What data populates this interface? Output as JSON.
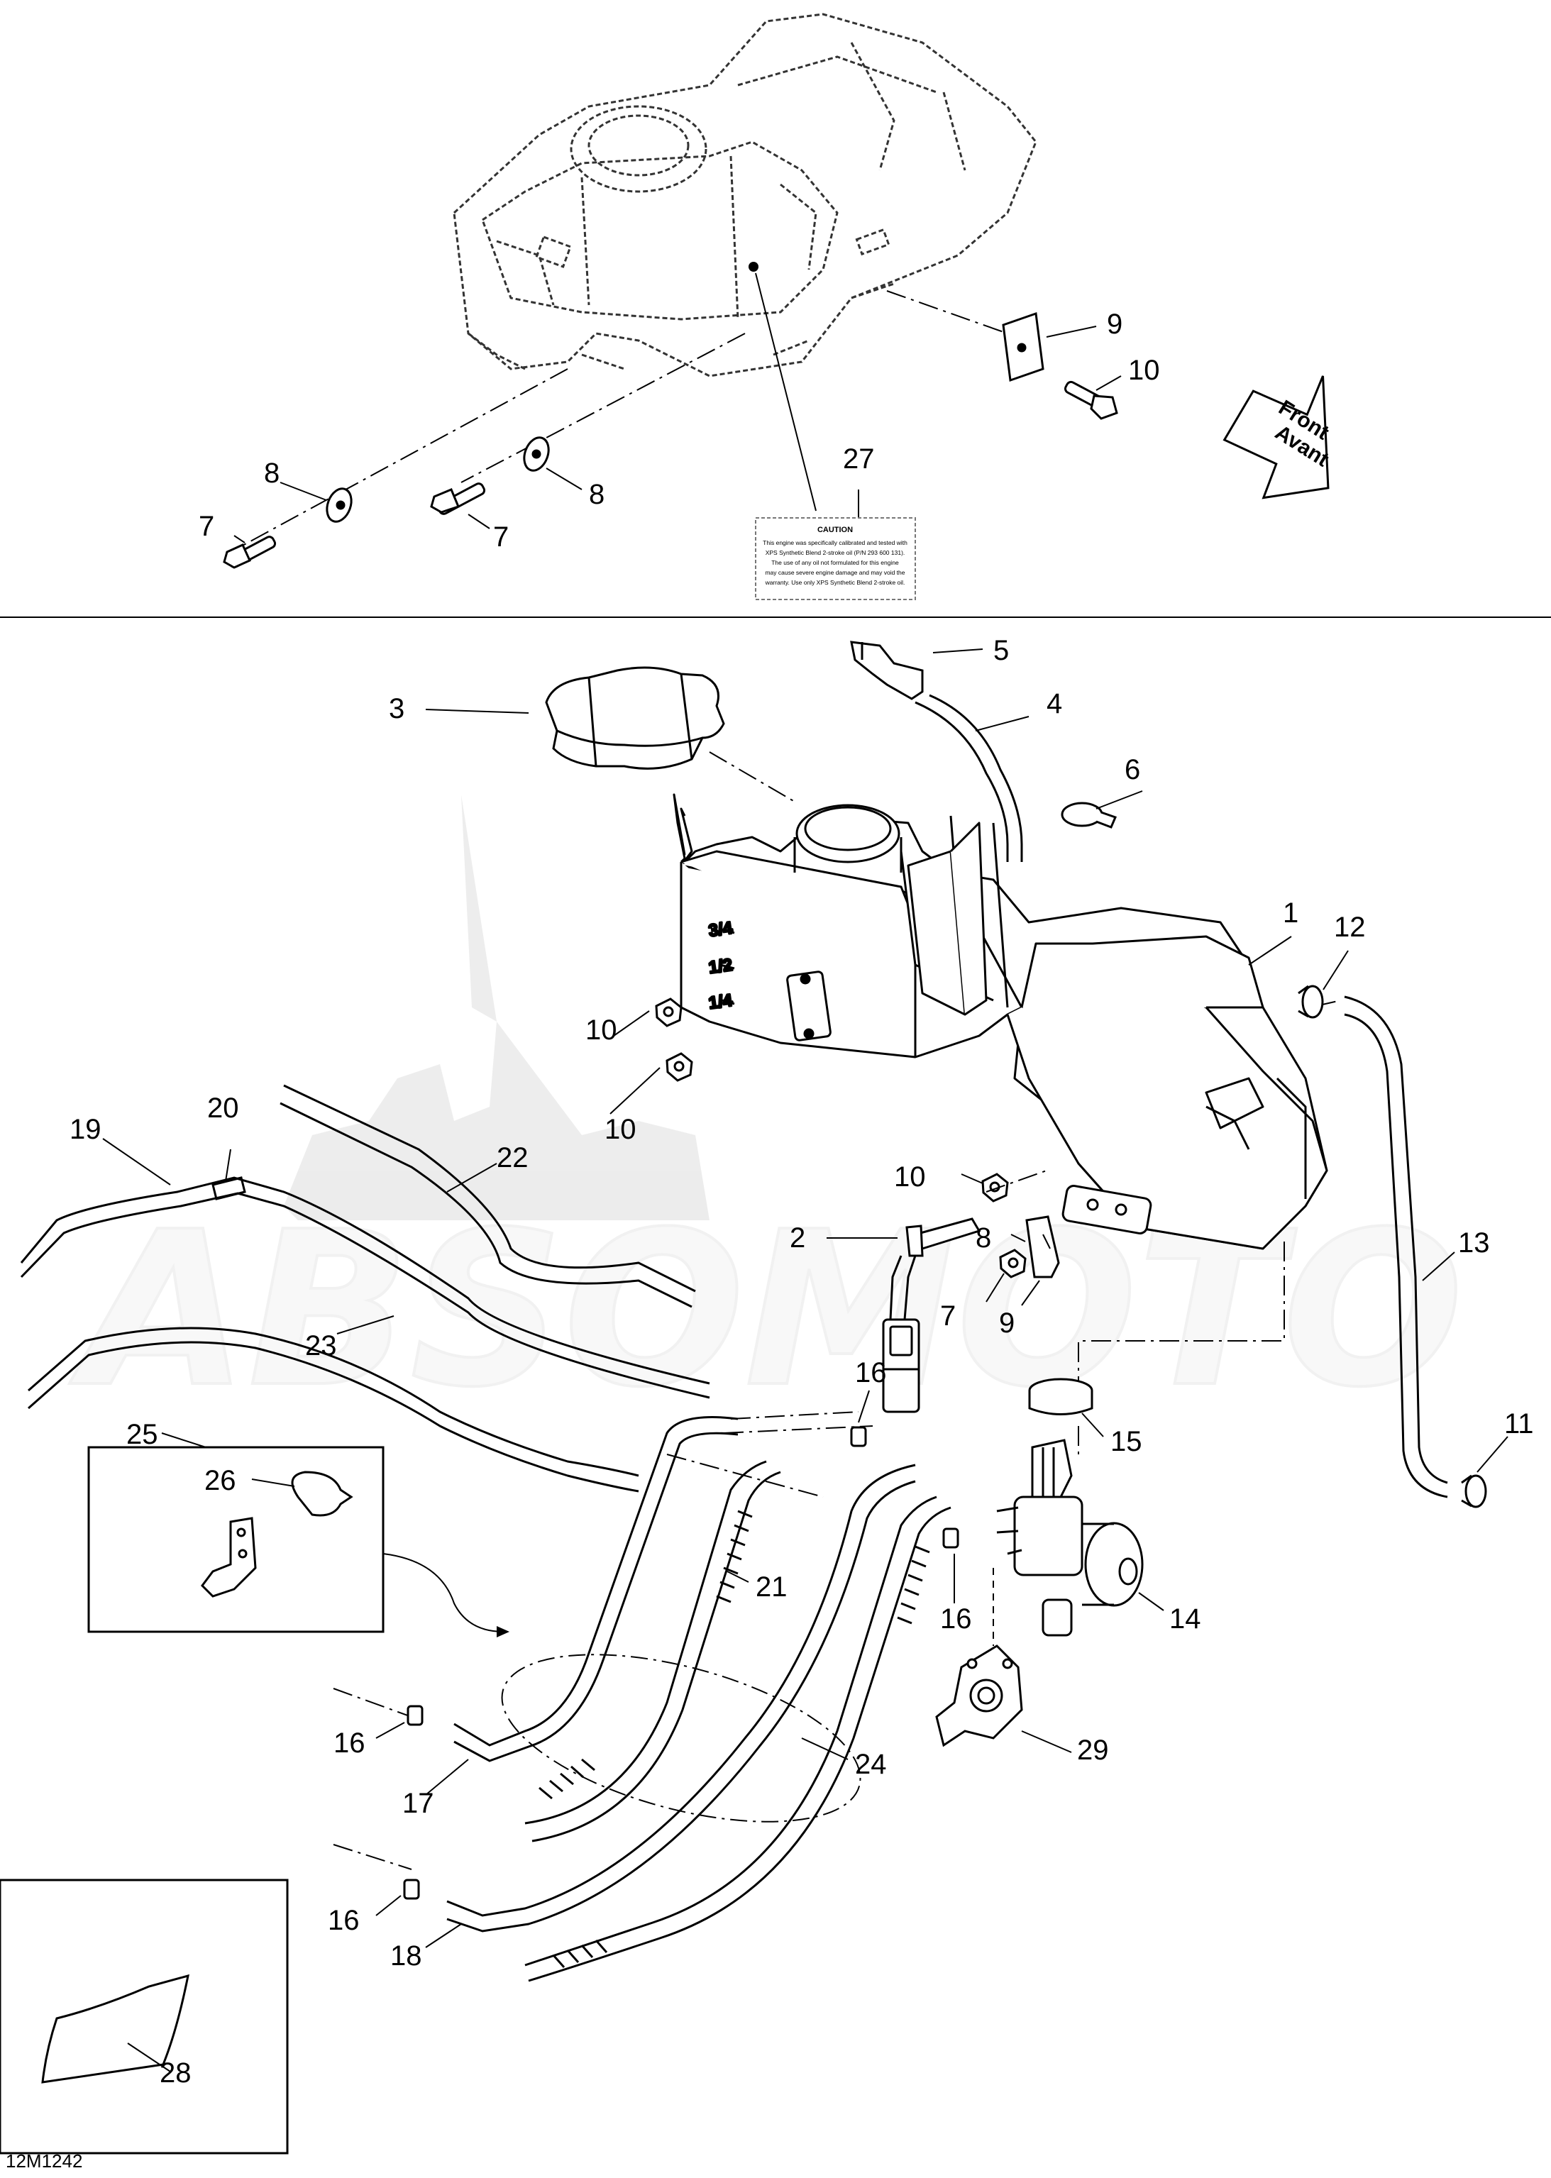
{
  "watermark": "ABSOMOTO",
  "direction_arrow": {
    "line1": "Front",
    "line2": "Avant"
  },
  "caution_label": {
    "title": "CAUTION",
    "lines": [
      "This engine was specifically calibrated and tested with",
      "XPS Synthetic Blend 2-stroke oil (P/N 293 600 131).",
      "The use of any oil not formulated for this engine",
      "may cause severe engine damage and may void the",
      "warranty. Use only XPS Synthetic Blend 2-stroke oil."
    ]
  },
  "drawing_number": "12M1242",
  "callouts": {
    "c1": "1",
    "c2": "2",
    "c3": "3",
    "c4": "4",
    "c5": "5",
    "c6": "6",
    "c7": "7",
    "c8": "8",
    "c9": "9",
    "c10": "10",
    "c11": "11",
    "c12": "12",
    "c13": "13",
    "c14": "14",
    "c15": "15",
    "c16": "16",
    "c17": "17",
    "c18": "18",
    "c19": "19",
    "c20": "20",
    "c21": "21",
    "c22": "22",
    "c23": "23",
    "c24": "24",
    "c25": "25",
    "c26": "26",
    "c27": "27",
    "c28": "28",
    "c29": "29"
  }
}
